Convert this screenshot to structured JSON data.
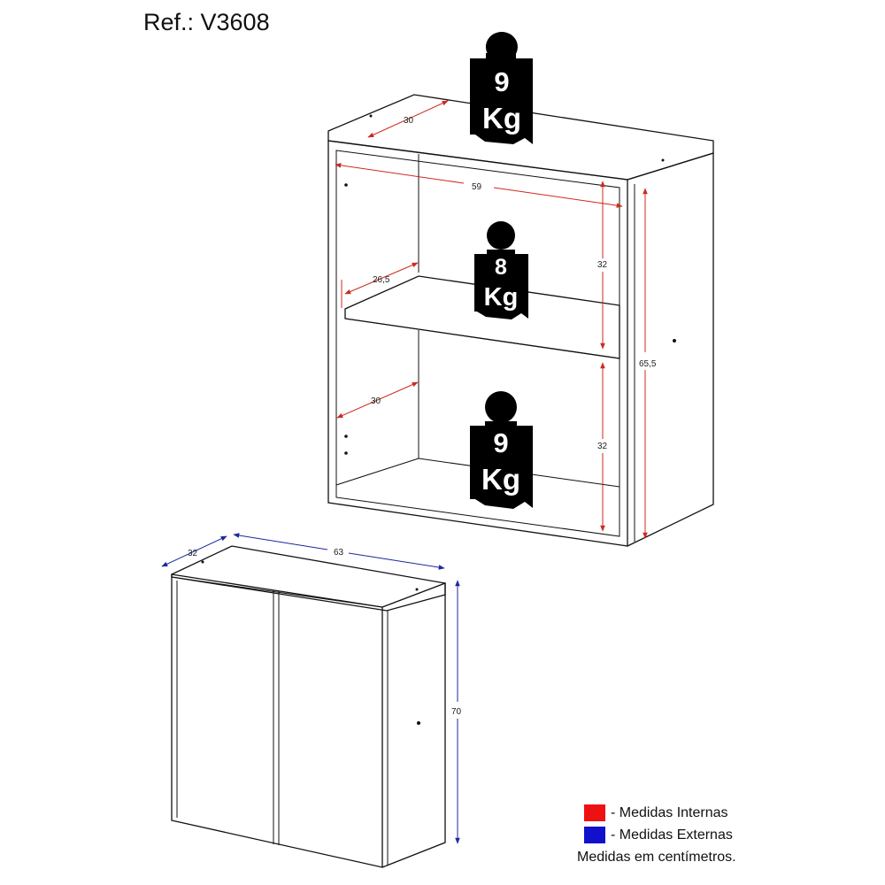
{
  "title": "Ref.: V3608",
  "colors": {
    "internal": "#ee1111",
    "external": "#1111cc"
  },
  "upper_cabinet": {
    "dimensions": {
      "top_depth": "30",
      "inner_width": "59",
      "upper_height": "32",
      "shelf_depth": "26,5",
      "outer_height": "65,5",
      "lower_depth": "30",
      "lower_height": "32"
    },
    "weights": [
      {
        "number": "9",
        "unit": "Kg"
      },
      {
        "number": "8",
        "unit": "Kg"
      },
      {
        "number": "9",
        "unit": "Kg"
      }
    ]
  },
  "closed_cabinet": {
    "dimensions": {
      "depth": "32",
      "width": "63",
      "height": "70"
    }
  },
  "legend": {
    "internal_label": "- Medidas Internas",
    "external_label": "- Medidas Externas",
    "note": "Medidas em centímetros."
  }
}
